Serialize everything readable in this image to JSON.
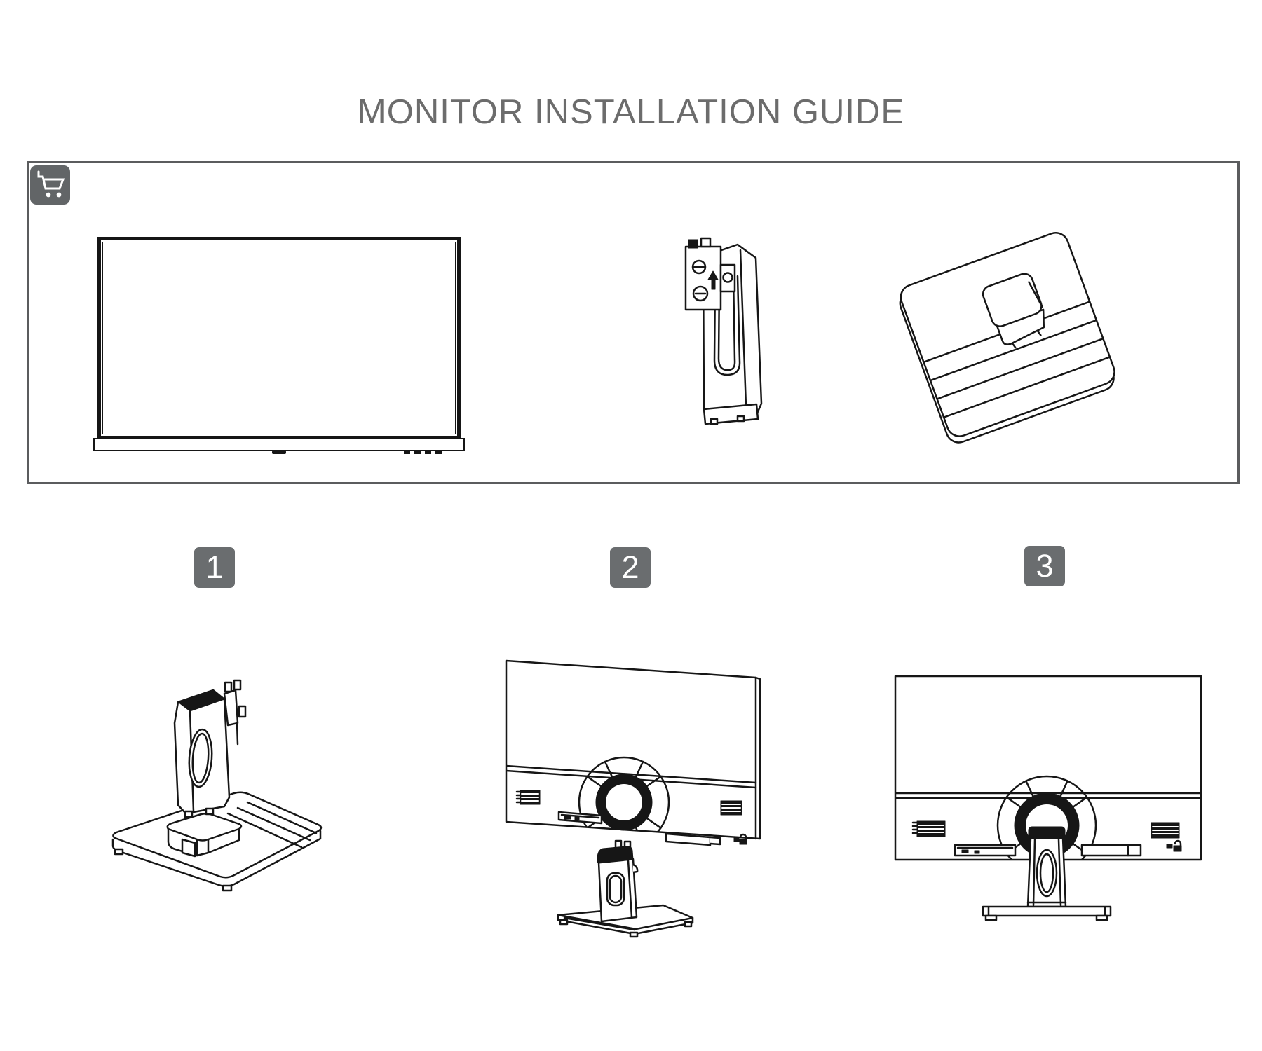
{
  "title": "MONITOR INSTALLATION GUIDE",
  "package": {
    "cart_icon": "shopping-cart-icon",
    "illustrations": [
      "monitor-front",
      "stand-riser",
      "stand-base"
    ]
  },
  "steps": [
    {
      "label": "1"
    },
    {
      "label": "2"
    },
    {
      "label": "3"
    }
  ],
  "colors": {
    "ink": "#161616",
    "title_text": "#6c6c6c",
    "box_border": "#5b5c5e",
    "badge_bg": "#6a6d6f",
    "badge_text": "#ffffff",
    "cart_bg": "#626567"
  }
}
